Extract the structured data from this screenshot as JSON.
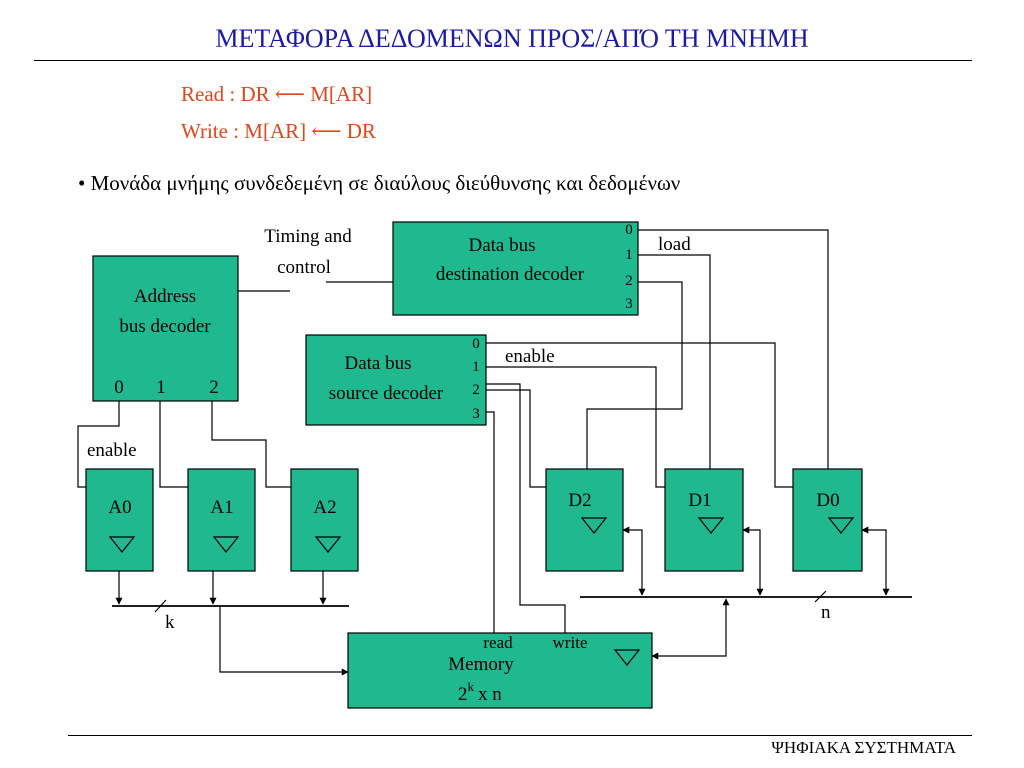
{
  "title": "ΜΕΤΑΦΟΡΑ ΔΕΔΟΜΕΝΩΝ ΠΡΟΣ/ΑΠΌ ΤΗ ΜΝΗΜΗ",
  "operations": {
    "read": "Read  :  DR ⟵ M[AR]",
    "write": "Write :  M[AR] ⟵ DR"
  },
  "bullet": "• Μονάδα μνήμης συνδεδεμένη σε διαύλους διεύθυνσης και δεδομένων",
  "footer": "ΨΗΦΙΑΚΑ ΣΥΣΤΗΜΑΤΑ",
  "colors": {
    "block_fill": "#1fb88f",
    "title": "#1a1aa6",
    "ops": "#e0461b"
  },
  "diagram": {
    "timing_label_1": "Timing and",
    "timing_label_2": "control",
    "address_decoder": {
      "line1": "Address",
      "line2": "bus decoder",
      "outputs": [
        "0",
        "1",
        "2"
      ]
    },
    "dest_decoder": {
      "line1": "Data bus",
      "line2": "destination decoder",
      "outputs": [
        "0",
        "1",
        "2",
        "3"
      ]
    },
    "source_decoder": {
      "line1": "Data bus",
      "line2": "source decoder",
      "outputs": [
        "0",
        "1",
        "2",
        "3"
      ]
    },
    "load_label": "load",
    "enable_source_label": "enable",
    "enable_address_label": "enable",
    "registers_address": [
      "A0",
      "A1",
      "A2"
    ],
    "registers_data": [
      "D2",
      "D1",
      "D0"
    ],
    "address_bus_width": "k",
    "data_bus_width": "n",
    "memory": {
      "read_label": "read",
      "write_label": "write",
      "name": "Memory",
      "size_base": "2",
      "size_exp": "k",
      "size_rest": "x n"
    }
  }
}
